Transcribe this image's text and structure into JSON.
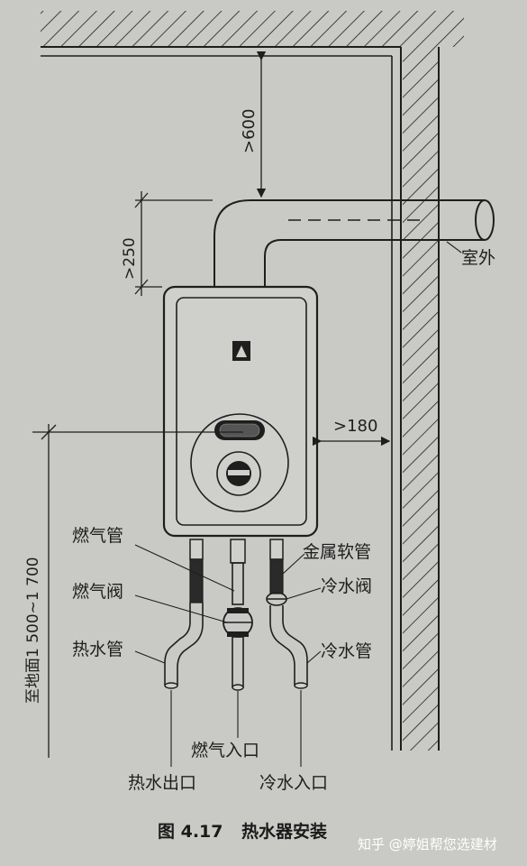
{
  "dimensions": {
    "ceiling_clearance": ">600",
    "pipe_clearance": ">250",
    "wall_clearance": ">180",
    "floor_height": "至地面1 500~1 700"
  },
  "labels": {
    "outdoor": "室外",
    "gas_pipe": "燃气管",
    "gas_valve": "燃气阀",
    "hot_water_pipe": "热水管",
    "metal_hose": "金属软管",
    "cold_water_valve": "冷水阀",
    "cold_water_pipe": "冷水管",
    "gas_inlet": "燃气入口",
    "hot_water_outlet": "热水出口",
    "cold_water_inlet": "冷水入口"
  },
  "caption": {
    "number": "图 4.17",
    "title": "热水器安装"
  },
  "watermark": "知乎 @婷姐帮您选建材",
  "colors": {
    "paper": "#c9c9c6",
    "ink": "#1e1e1e",
    "hose": "#2a2a2a"
  }
}
